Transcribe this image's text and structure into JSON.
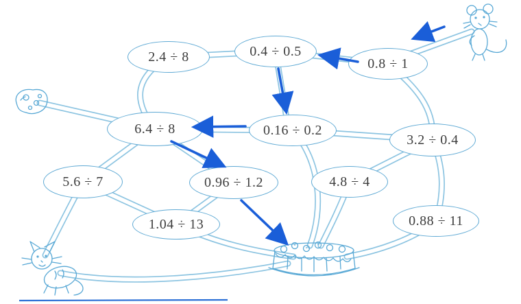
{
  "nodes": [
    {
      "label": "2.4 ÷ 8"
    },
    {
      "label": "0.4 ÷ 0.5"
    },
    {
      "label": "0.8 ÷ 1"
    },
    {
      "label": "6.4 ÷ 8"
    },
    {
      "label": "0.16 ÷ 0.2"
    },
    {
      "label": "3.2 ÷ 0.4"
    },
    {
      "label": "5.6 ÷ 7"
    },
    {
      "label": "0.96 ÷ 1.2"
    },
    {
      "label": "4.8 ÷ 4"
    },
    {
      "label": "1.04 ÷ 13"
    },
    {
      "label": "0.88 ÷ 11"
    }
  ],
  "decorations": [
    "mouse-drawing",
    "cheese-drawing",
    "cat-drawing",
    "cake-drawing"
  ],
  "colors": {
    "path_blue": "#8cc4e1",
    "outline_blue": "#5ea9d4",
    "arrow_blue": "#1a5ed8",
    "text": "#3d3d3d"
  }
}
